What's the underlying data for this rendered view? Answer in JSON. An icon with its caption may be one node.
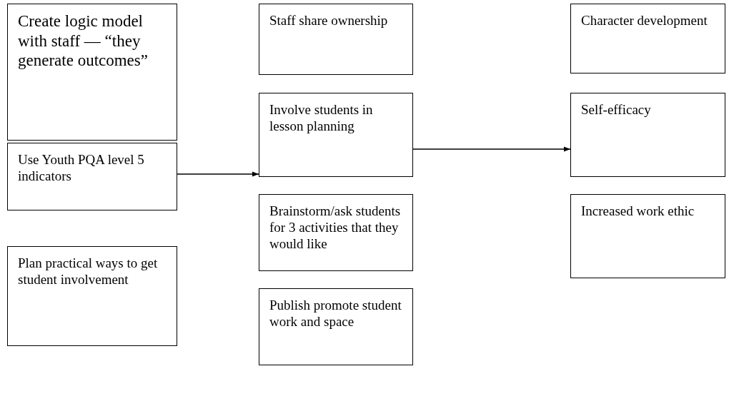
{
  "diagram": {
    "nodes": [
      {
        "text": [
          "Create logic model with staff — “they generate outcomes”"
        ]
      },
      {
        "text": [
          "Use Youth PQA level 5 indicators"
        ]
      },
      {
        "text": [
          "Plan practical ways to get student involvement"
        ]
      },
      {
        "text": [
          "Staff share ownership"
        ]
      },
      {
        "text": [
          "Involve students in lesson planning"
        ]
      },
      {
        "text": [
          "Brainstorm/ask students for 3 activities that they would like"
        ]
      },
      {
        "text": [
          "Publish promote student work and space"
        ]
      },
      {
        "text": [
          "Character development"
        ]
      },
      {
        "text": [
          "Self-efficacy"
        ]
      },
      {
        "text": [
          "Increased work ethic"
        ]
      }
    ],
    "edges": [
      {
        "from": 1,
        "to": 4,
        "arrow": "to"
      },
      {
        "from": 4,
        "to": 8,
        "arrow": "to"
      }
    ]
  }
}
